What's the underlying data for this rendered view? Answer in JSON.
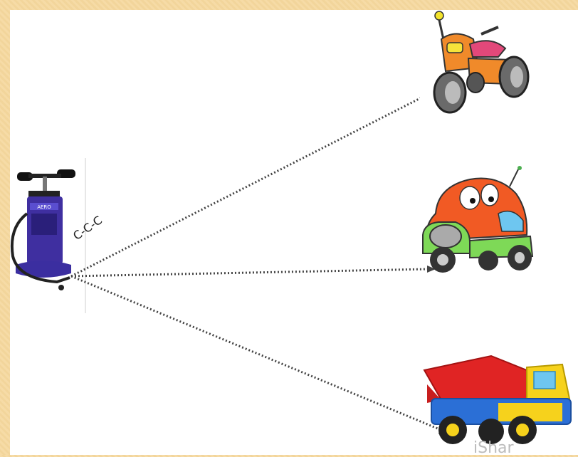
{
  "diagram": {
    "connector_label": "C-C-C",
    "watermark_text": "iShar",
    "nodes": {
      "pump": "air pump",
      "motorbike": "toy motorbike",
      "car": "toy car",
      "truck": "toy dump truck"
    },
    "pump_brand_text": "AERO"
  }
}
